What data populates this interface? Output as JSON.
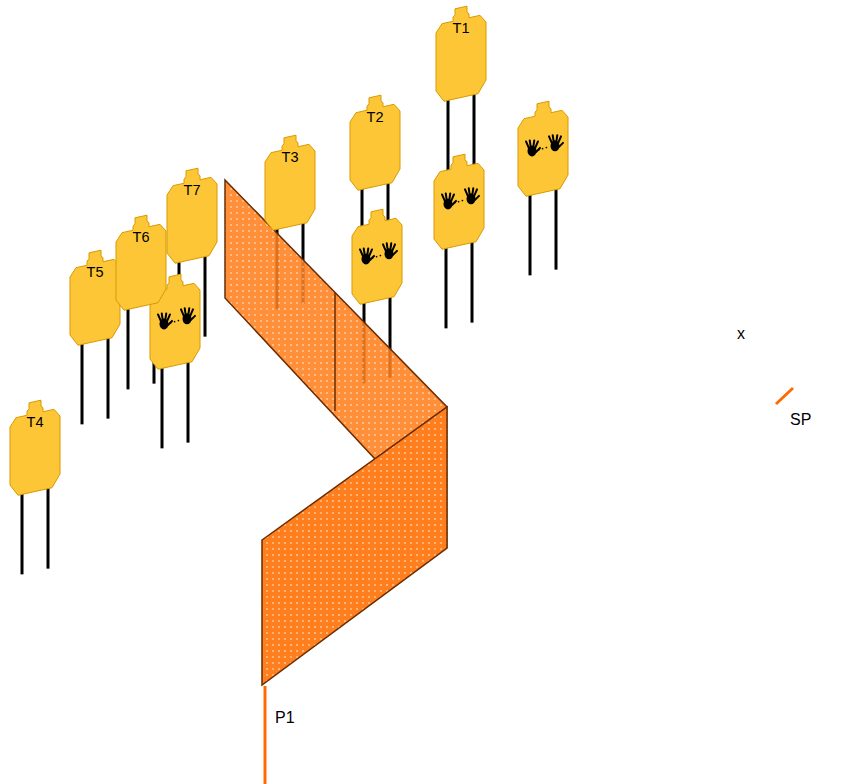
{
  "diagram": {
    "nodes": [
      {
        "text": [
          "T1"
        ]
      },
      {
        "text": [
          "T2"
        ]
      },
      {
        "text": [
          "T3"
        ]
      },
      {
        "text": [
          "T4"
        ]
      },
      {
        "text": [
          "T5"
        ]
      },
      {
        "text": [
          "T6"
        ]
      },
      {
        "text": [
          "T7"
        ]
      }
    ],
    "labels": [
      "x",
      "SP",
      "P1"
    ]
  }
}
